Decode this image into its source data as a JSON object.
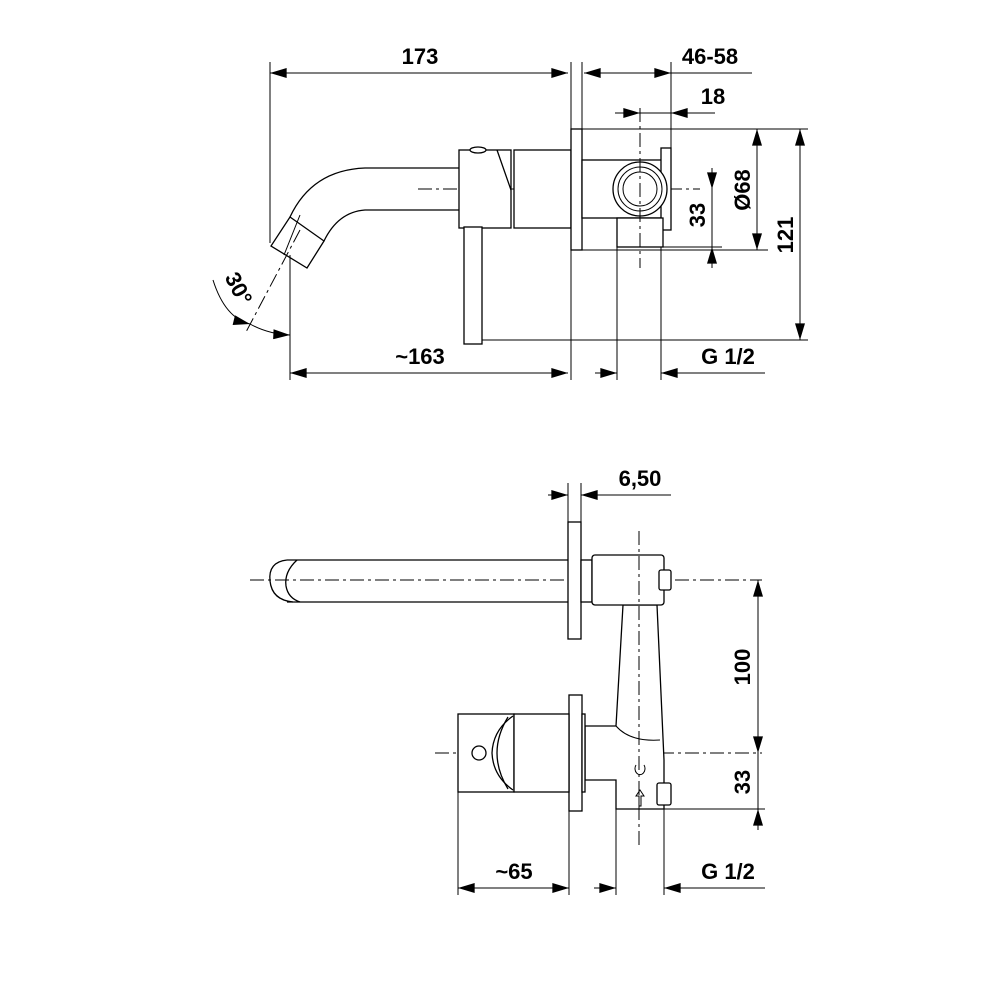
{
  "top_view": {
    "dim_total_length": "173",
    "dim_wall_depth": "46-58",
    "dim_center_offset": "18",
    "dim_diameter": "Ø68",
    "dim_height": "121",
    "dim_inlet_offset": "33",
    "dim_spout_angle": "30°",
    "dim_spout_reach": "~163",
    "dim_thread": "G 1/2"
  },
  "bottom_view": {
    "dim_flange_thickness": "6,50",
    "dim_spout_spacing": "100",
    "dim_inlet_offset": "33",
    "dim_handle_reach": "~65",
    "dim_thread": "G 1/2"
  }
}
